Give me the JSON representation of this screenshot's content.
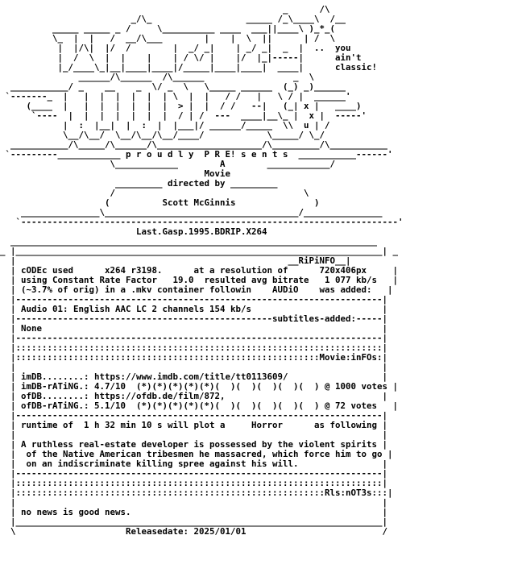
{
  "colors": {
    "text": "#000000",
    "background": "#ffffff"
  },
  "nfo_lines": [
    "                                                      _      /\\",
    "                         _/\\_                  _____ /_\\____\\  /__",
    "          _____ _____ _ /     \\__________ ____  ___||____\\ )_*_(",
    "          \\_  |  |   /  __/\\___        |    |  \\  ||      | /  \\",
    "           |  |/\\|  |/  /        |  _/ _|    | _/ _|  _  |  ..  you",
    "           |  /  \\  |  |    |    | / \\/ |    |/  |_|-----|      ain't",
    "           |_/____\\_|__|____|____|/_____|____|____|  ____|      classic!",
    "               ______/\\______  /\\______                 _  \\",
    "  ___________/ _    __    _  \\/ _  \\   \\_____ ______  (_) _)______",
    " `-------_  |   |  |  |  |  |  | \\  |  |   / /   |   \\ / |  ______'",
    "     (____  |   |  |  |  |  |  |  > |  |  / /   --|   (_| x |   ____)",
    "      `----  |  |  |  |  |  |  |  / | /  ---  ____|__\\_ |  x |  -----'",
    "            |  :  |__|  |  :  |  |___|/ ______/_____  \\\\  u | /",
    "            \\__/\\__/  \\__/\\__/\\__/____/            \\_____/ \\_/",
    "  ___________/\\_____/\\______/\\____________________/\\_________/\\___________",
    " `---------____________ p r o u d l y  P R E! s e n t s  ___________------'",
    "                     \\____________        A        ____________/",
    "                                       Movie",
    "                      _________ directed by _________",
    "                     /                                    \\",
    "                    (          Scott McGinnis               )",
    "    _______________\\_____________________________________/_______________",
    "   `------------------------------------------------------------------------'",
    "                          Last.Gasp.1995.BDRIP.X264",
    "  ______________________________________________________________________",
    "_ |______________________________________________________________________| _",
    "  |                                                    __RiPiNFO__|",
    "  | cODEc used      x264 r3198.      at a resolution of      720x406px     |",
    "  | using Constant Rate Factor   19.0  resulted avg bitrate   1 077 kb/s   |",
    "  | (~3.7% of orig) in a .mkv container followin    AUDiO    was added:   |",
    "  |----------------------------------------------------------------------|",
    "  | Audio 01: English AAC LC 2 channels 154 kb/s                         |",
    "  |-------------------------------------------------subtitles-added:-----|",
    "  | None                                                                 |",
    "  |----------------------------------------------------------------------|",
    "  |::::::::::::::::::::::::::::::::::::::::::::::::::::::::::::::::::::::|",
    "  |::::::::::::::::::::::::::::::::::::::::::::::::::::::::::Movie:inFOs:|",
    "  |                                                                      |",
    "  | imDB........: https://www.imdb.com/title/tt0113609/                  |",
    "  | imDB-rATiNG.: 4.7/10  (*)(*)(*)(*)(*)(  )(  )(  )(  )(  ) @ 1000 votes |",
    "  | ofDB........: https://ofdb.de/film/872,                              |",
    "  | ofDB-rATiNG.: 5.1/10  (*)(*)(*)(*)(*)(  )(  )(  )(  )(  ) @ 72 votes   |",
    "  |----------------------------------------------------------------------|",
    "  | runtime of  1 h 32 min 10 s will plot a     Horror      as following |",
    "  |                                                                      |",
    "  | A ruthless real-estate developer is possessed by the violent spirits |",
    "  |  of the Native American tribesmen he massacred, which force him to go |",
    "  |  on an indiscriminate killing spree against his will.                |",
    "  |----------------------------------------------------------------------|",
    "  |::::::::::::::::::::::::::::::::::::::::::::::::::::::::::::::::::::::|",
    "  |:::::::::::::::::::::::::::::::::::::::::::::::::::::::::::Rls:nOT3s:::|",
    "  |                                                                      |",
    "  | no news is good news.                                                |",
    "  |______________________________________________________________________|",
    "  \\                     Releasedate: 2025/01/01                          /"
  ]
}
